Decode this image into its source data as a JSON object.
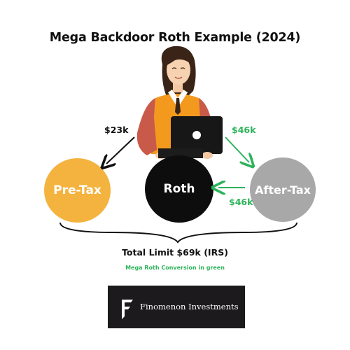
{
  "title": "Mega Backdoor Roth Example (2024)",
  "nodes": {
    "pretax": "Pre-Tax",
    "roth": "Roth",
    "aftertax": "After-Tax"
  },
  "amounts": {
    "pretax": "$23k",
    "aftertax_to_top": "$46k",
    "aftertax_to_roth": "$46k"
  },
  "total_limit": "Total Limit $69k (IRS)",
  "conversion_note": "Mega Roth Conversion in green",
  "logo": {
    "name": "Finomenon Investments"
  },
  "colors": {
    "pretax": "#f4b33f",
    "roth": "#0d0d0d",
    "aftertax": "#a8a8a8",
    "green": "#2db35a"
  }
}
